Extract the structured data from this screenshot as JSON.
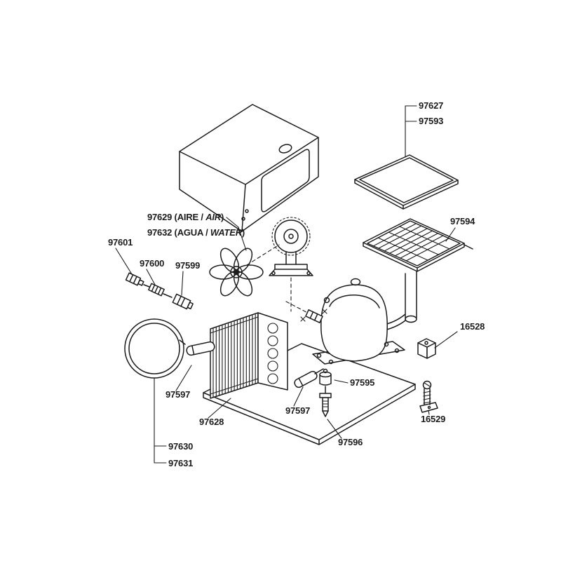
{
  "colors": {
    "ink": "#1c1c1c",
    "paper": "#ffffff"
  },
  "labels": {
    "l97627": "97627",
    "l97593": "97593",
    "l97594": "97594",
    "l97629_pre": "97629 (AIRE / ",
    "l97629_it": "AIR",
    "l97629_post": ")",
    "l97632_pre": "97632 (AGUA / ",
    "l97632_it": "WATER",
    "l97632_post": ")",
    "l97601": "97601",
    "l97600": "97600",
    "l97599": "97599",
    "l97597_left": "97597",
    "l97628": "97628",
    "l97597_right": "97597",
    "l97595": "97595",
    "l97596": "97596",
    "l16528": "16528",
    "l16529": "16529",
    "l97630": "97630",
    "l97631": "97631"
  }
}
